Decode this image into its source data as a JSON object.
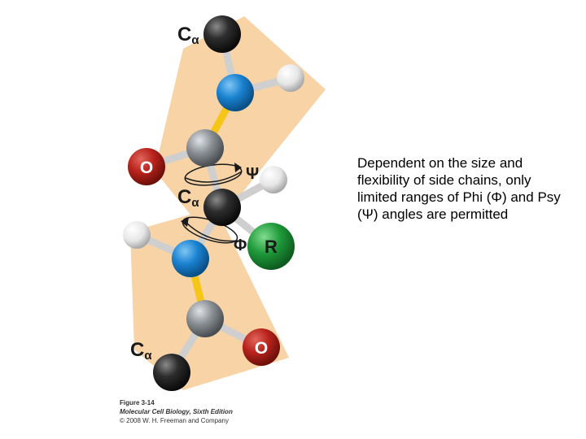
{
  "description": "Dependent on the size and flexibility of side chains, only limited ranges of Phi (Φ) and Psy (Ψ) angles are permitted",
  "labels": {
    "calpha_top": "C",
    "calpha_mid": "C",
    "calpha_bottom": "C",
    "alpha": "α",
    "oxygen_top": "O",
    "oxygen_bottom": "O",
    "r_group": "R",
    "psi": "Ψ",
    "phi": "Φ"
  },
  "caption": {
    "figure": "Figure 3-14",
    "book": "Molecular Cell Biology, Sixth Edition",
    "copyright": "© 2008 W. H. Freeman and Company"
  },
  "colors": {
    "plane": "#f7d3a6",
    "carbon_alpha": "#2e2e2e",
    "carbon": "#8a8f94",
    "nitrogen": "#1a82d0",
    "oxygen": "#b8231c",
    "hydrogen": "#e8e8e8",
    "r_group": "#1f9a3a",
    "peptide_bond": "#f5c518"
  }
}
